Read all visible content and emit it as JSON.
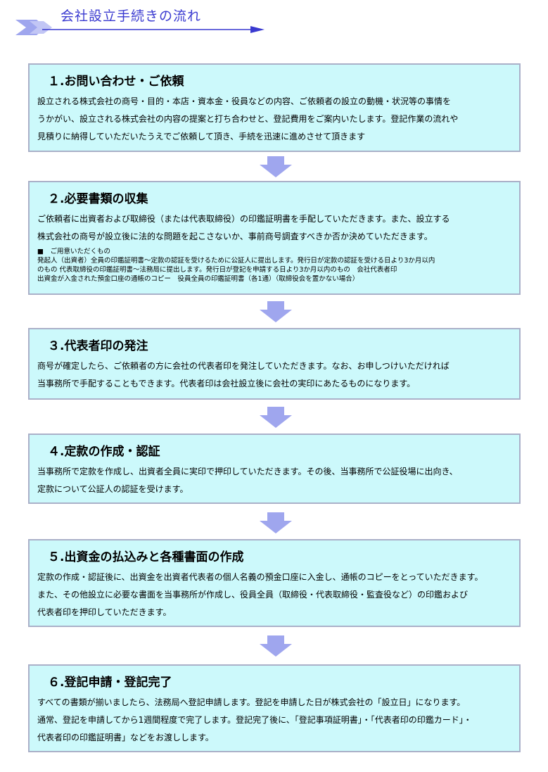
{
  "header": {
    "title": "会社設立手続きの流れ"
  },
  "colors": {
    "box_fill": "#ccf9fb",
    "box_border": "#aab0c8",
    "arrow": "#9fa6ee",
    "header_text": "#3a3ad0"
  },
  "steps": [
    {
      "title": "１.お問い合わせ・ご依頼",
      "lines": [
        "設立される株式会社の商号・目的・本店・資本金・役員などの内容、ご依頼者の設立の動機・状況等の事情を",
        "うかがい、設立される株式会社の内容の提案と打ち合わせと、登記費用をご案内いたします。登記作業の流れや",
        "見積りに納得していただいたうえでご依頼して頂き、手続を迅速に進めさせて頂きます"
      ]
    },
    {
      "title": "２.必要書類の収集",
      "lines": [
        "ご依頼者に出資者および取締役（または代表取締役）の印鑑証明書を手配していただきます。また、設立する",
        "株式会社の商号が設立後に法的な問題を起こさないか、事前商号調査すべきか否か決めていただきます。"
      ],
      "note": [
        "■　ご用意いただくもの",
        "発起人（出資者）全員の印鑑証明書～定款の認証を受けるために公証人に提出します。発行日が定款の認証を受ける日より3か月以内",
        "のもの 代表取締役の印鑑証明書～法務局に提出します。発行日が登記を申請する日より3か月以内のもの　会社代表者印",
        "出資金が入金された預金口座の通帳のコピー　役員全員の印鑑証明書（各1通）（取締役会を置かない場合）"
      ]
    },
    {
      "title": "３.代表者印の発注",
      "lines": [
        "商号が確定したら、ご依頼者の方に会社の代表者印を発注していただきます。なお、お申しつけいただければ",
        "当事務所で手配することもできます。代表者印は会社設立後に会社の実印にあたるものになります。"
      ]
    },
    {
      "title": "４.定款の作成・認証",
      "lines": [
        "当事務所で定款を作成し、出資者全員に実印で押印していただきます。その後、当事務所で公証役場に出向き、",
        "定款について公証人の認証を受けます。"
      ]
    },
    {
      "title": "５.出資金の払込みと各種書面の作成",
      "lines": [
        "定款の作成・認証後に、出資金を出資者代表者の個人名義の預金口座に入金し、通帳のコピーをとっていただきます。",
        "また、その他設立に必要な書面を当事務所が作成し、役員全員（取締役・代表取締役・監査役など）の印鑑および",
        "代表者印を押印していただきます。"
      ]
    },
    {
      "title": "６.登記申請・登記完了",
      "lines": [
        "すべての書類が揃いましたら、法務局へ登記申請します。登記を申請した日が株式会社の「設立日」になります。",
        "通常、登記を申請してから1週間程度で完了します。登記完了後に、「登記事項証明書」・「代表者印の印鑑カード」・",
        "代表者印の印鑑証明書」などをお渡しします。"
      ]
    }
  ]
}
